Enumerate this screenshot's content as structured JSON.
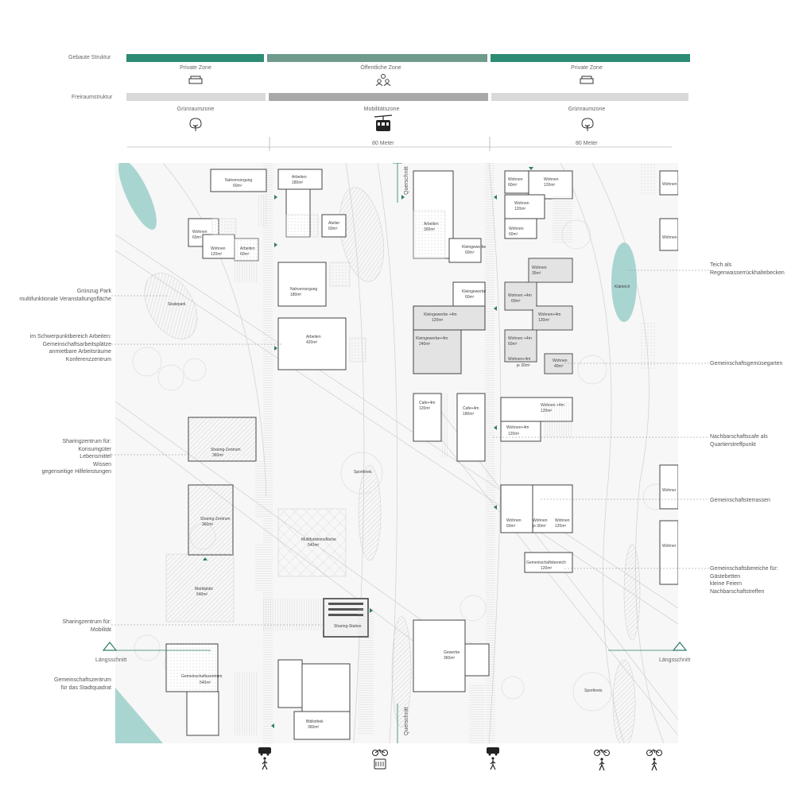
{
  "header": {
    "row1_label": "Gebaute Struktur",
    "row2_label": "Freiraumstruktur",
    "zones_top": [
      "Private Zone",
      "Öffentliche Zone",
      "Private Zone"
    ],
    "zones_bottom": [
      "Grünraumzone",
      "Mobilitätszone",
      "Grünraumzone"
    ],
    "dims": [
      "80 Meter",
      "80 Meter"
    ]
  },
  "colors": {
    "private": "#2e8b74",
    "public": "#6f9a8c",
    "green_light": "#d9d9d9",
    "mobility": "#a8a8a8",
    "water": "#a9d5d0",
    "accent": "#2e7d6b"
  },
  "left_annotations": [
    "Grünzug Park\nmultifunktionale Veranstaltungsfläche",
    "im Schwerpunktbereich Arbeiten:\nGemeinschaftsarbeitsplätze\nanmietbare Arbeitsräume\nKonferenzzentrum",
    "Sharingzentrum für:\nKonsumgüter\nLebensmittel\nWissen\ngegenseitige Hilfeleistungen",
    "Sharingzentrum für:\nMobilität",
    "Gemeinschaftszentrum\nfür das Stadtquadrat"
  ],
  "right_annotations": [
    "Teich als\nRegenwasserrückhaltebecken",
    "Gemeinschaftsgemüsegarten",
    "Nachbarschaftscafe als\nQuartierstreffpunkt",
    "Gemeinschaftsterrassen",
    "Gemeinschaftsbereiche für:\nGästebetten\nkleine Feiern\nNachbarschaftstreffen"
  ],
  "section_labels": {
    "laengs_left": "Längsschnitt",
    "laengs_right": "Längsschnitt",
    "quer_top": "Querschnitt",
    "quer_bottom": "Querschnitt"
  },
  "plan_labels": {
    "skatepark": "Skatepark",
    "klaerteich": "Klärteich",
    "sportkreis1": "Sportkreis",
    "sportkreis2": "Sportkreis",
    "nahversorgung1": "Nahversorgung",
    "nahversorgung1_area": "60m²",
    "arbeiten1": "Arbeiten",
    "arbeiten1_area": "180m²",
    "atelier": "Atelier",
    "atelier_area": "60m²",
    "wohnen_a": "Wohnen",
    "wohnen_a_area": "60m²",
    "wohnen_b": "Wohnen",
    "wohnen_b_area": "120m²",
    "arbeiten_small": "Arbeiten",
    "arbeiten_small_area": "60m²",
    "nahversorgung2": "Nahversorgung",
    "nahversorgung2_area": "180m²",
    "arbeiten2": "Arbeiten",
    "arbeiten2_area": "420m²",
    "arbeiten3": "Arbeiten",
    "arbeiten3_area": "300m²",
    "kleingewerbe1": "Kleingewerbe",
    "kleingewerbe1_area": "60m²",
    "kleingewerbe2": "Kleingewerbe",
    "kleingewerbe2_area": "60m²",
    "kleingewerbe3": "Kleingewerbe +4m",
    "kleingewerbe3_area": "120m²",
    "kleingewerbe4": "Kleingewerbe+4m",
    "kleingewerbe4_area": "240m²",
    "wohnen_r1": "Wohnen",
    "wohnen_r1_area": "60m²",
    "wohnen_r2": "Wohnen",
    "wohnen_r2_area": "120m²",
    "wohnen_r3": "Wohnen",
    "wohnen_r3_area": "120m²",
    "wohnen_r4": "Wohnen",
    "wohnen_r4_area": "60m²",
    "wohnen_r5": "Wohnen",
    "wohnen_r5_area": "35m²",
    "wohnen_r6": "Wohnen +4m",
    "wohnen_r6_area": "60m²",
    "wohnen_r7": "Wohnen+4m",
    "wohnen_r7_area": "120m²",
    "wohnen_r8": "Wohnen +4m",
    "wohnen_r8_area": "60m²",
    "wohnen_r9": "Wohnen+4m",
    "wohnen_r9_area": "je 30m²",
    "wohnen_r10": "Wohnen",
    "wohnen_r10_area": "40m²",
    "cafe1": "Cafe+4m",
    "cafe1_area": "120m²",
    "cafe2": "Cafe+4m",
    "cafe2_area": "180m²",
    "wohnen_r11": "Wohnen +4m",
    "wohnen_r11_area": "120m²",
    "wohnen_r12": "Wohnen+4m",
    "wohnen_r12_area": "120m²",
    "sharing1": "Sharing-Zentrum",
    "sharing1_area": "360m²",
    "sharing2": "Sharing-Zentrum",
    "sharing2_area": "360m²",
    "multifunktion": "Multifunktionsfläche",
    "multifunktion_area": "540m²",
    "marktplatz": "Marktplatz",
    "marktplatz_area": "540m²",
    "sharing_station": "Sharing-Station",
    "gemeinschaftszentrum": "Gemeinschaftszentrum",
    "gemeinschaftszentrum_area": "540m²",
    "bibliothek": "Bibliothek",
    "bibliothek_area": "360m²",
    "gewerbe": "Gewerbe",
    "gewerbe_area": "360m²",
    "wohnen_t1": "Wohnen",
    "wohnen_t1_area": "60m²",
    "wohnen_t2": "Wohnen",
    "wohnen_t2_area": "je 30m²",
    "wohnen_t3": "Wohnen",
    "wohnen_t3_area": "120m²",
    "gemeinschaftsbereich": "Gemeinschaftsbereich",
    "gemeinschaftsbereich_area": "120m²",
    "wohnen_edge1": "Wohnen",
    "wohnen_edge2": "Wohnen",
    "wohnen_edge3": "Wohner",
    "wohnen_edge4": "Wohner"
  },
  "bottom_icons": [
    "car-pedestrian-icon",
    "bike-bus-icon",
    "car-pedestrian-icon",
    "bike-pedestrian-icon",
    "bike-pedestrian-icon"
  ]
}
